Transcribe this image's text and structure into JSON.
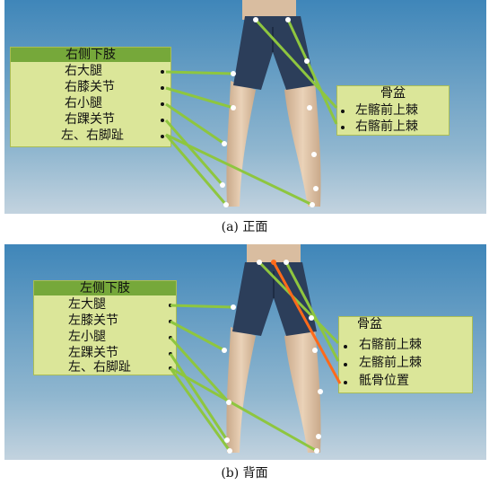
{
  "panel_a": {
    "caption": "(a) 正面",
    "left_box": {
      "title": "右侧下肢",
      "items": [
        "右大腿",
        "右膝关节",
        "右小腿",
        "右踝关节",
        "左、右脚趾"
      ]
    },
    "right_box": {
      "title": "骨盆",
      "items": [
        "左髂前上棘",
        "右髂前上棘"
      ]
    }
  },
  "panel_b": {
    "caption": "(b) 背面",
    "left_box": {
      "title": "左侧下肢",
      "items": [
        "左大腿",
        "左膝关节",
        "左小腿",
        "左踝关节",
        "左、右脚趾"
      ]
    },
    "right_box": {
      "title": "骨盆",
      "items": [
        "右髂前上棘",
        "左髂前上棘",
        "骶骨位置"
      ]
    }
  },
  "colors": {
    "line": "#8ec63f",
    "marker_line": "#ff6a1a",
    "box_fill": "#dbe699",
    "box_header": "#76a83a",
    "shorts": "#2c3e5a",
    "skin": "#e2c6a8"
  }
}
